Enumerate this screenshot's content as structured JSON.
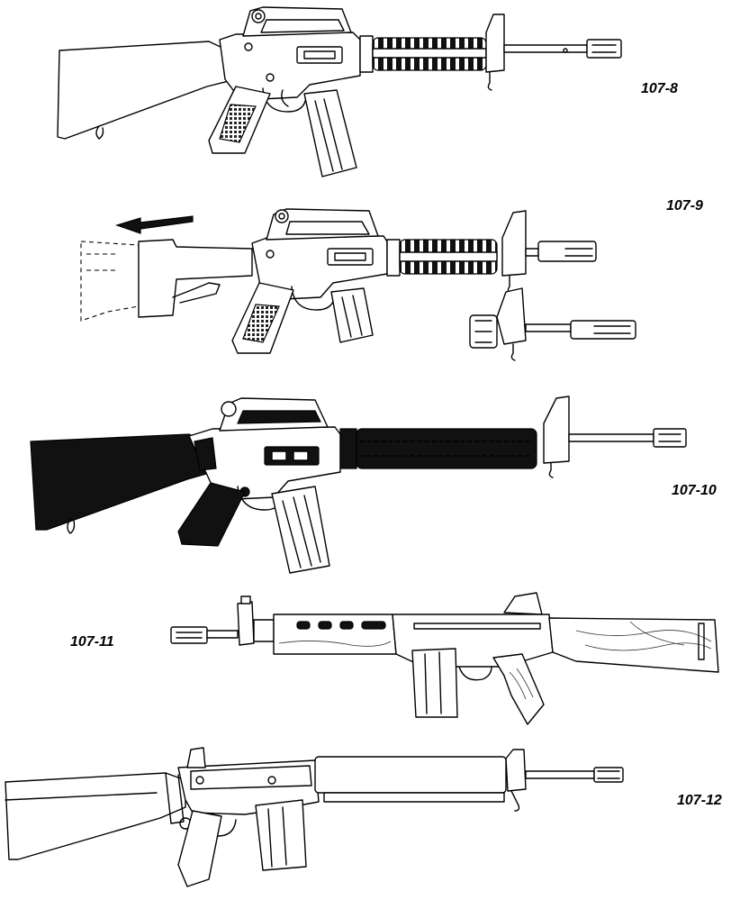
{
  "figures": [
    {
      "id": "fig1",
      "label": "107-8"
    },
    {
      "id": "fig2",
      "label": "107-9"
    },
    {
      "id": "fig3",
      "label": "107-10"
    },
    {
      "id": "fig4",
      "label": "107-11"
    },
    {
      "id": "fig5",
      "label": "107-12"
    }
  ]
}
